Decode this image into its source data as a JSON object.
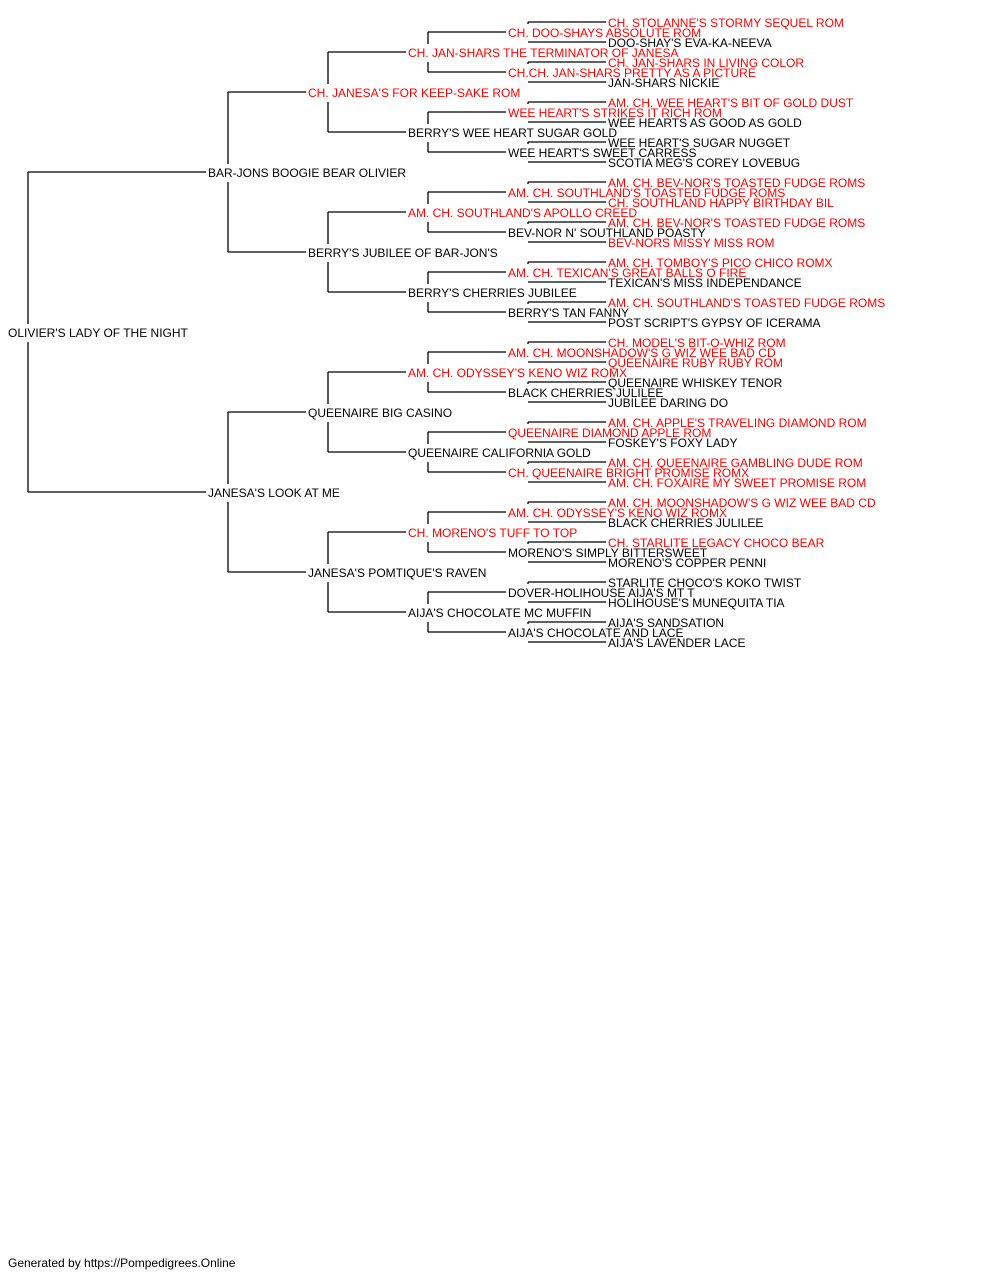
{
  "colors": {
    "champion": "#ff0000",
    "normal": "#000000",
    "line": "#000000"
  },
  "pedigree": {
    "root": {
      "name": "OLIVIER'S LADY OF THE NIGHT",
      "champion": false
    },
    "generations": [
      [
        {
          "name": "BAR-JONS BOOGIE BEAR OLIVIER",
          "champion": false
        },
        {
          "name": "JANESA'S LOOK AT ME",
          "champion": false
        }
      ],
      [
        {
          "name": "CH. JANESA'S FOR KEEP-SAKE ROM",
          "champion": true
        },
        {
          "name": "BERRY'S JUBILEE OF BAR-JON'S",
          "champion": false
        },
        {
          "name": "QUEENAIRE BIG CASINO",
          "champion": false
        },
        {
          "name": "JANESA'S POMTIQUE'S RAVEN",
          "champion": false
        }
      ],
      [
        {
          "name": "CH. JAN-SHARS THE TERMINATOR OF JANESA",
          "champion": true
        },
        {
          "name": "BERRY'S WEE HEART SUGAR GOLD",
          "champion": false
        },
        {
          "name": "AM. CH. SOUTHLAND'S APOLLO CREED",
          "champion": true
        },
        {
          "name": "BERRY'S CHERRIES JUBILEE",
          "champion": false
        },
        {
          "name": "AM. CH. ODYSSEY'S KENO WIZ ROMX",
          "champion": true
        },
        {
          "name": "QUEENAIRE CALIFORNIA GOLD",
          "champion": false
        },
        {
          "name": "CH. MORENO'S TUFF TO TOP",
          "champion": true
        },
        {
          "name": "AIJA'S CHOCOLATE MC MUFFIN",
          "champion": false
        }
      ],
      [
        {
          "name": "CH. DOO-SHAYS ABSOLUTE ROM",
          "champion": true
        },
        {
          "name": "CH.CH. JAN-SHARS PRETTY AS A PICTURE",
          "champion": true
        },
        {
          "name": "WEE HEART'S STRIKES IT RICH ROM",
          "champion": true
        },
        {
          "name": "WEE HEART'S SWEET CARRESS",
          "champion": false
        },
        {
          "name": "AM. CH. SOUTHLAND'S TOASTED FUDGE ROMS",
          "champion": true
        },
        {
          "name": "BEV-NOR N' SOUTHLAND POASTY",
          "champion": false
        },
        {
          "name": "AM. CH. TEXICAN'S GREAT BALLS O FIRE",
          "champion": true
        },
        {
          "name": "BERRY'S TAN FANNY",
          "champion": false
        },
        {
          "name": "AM. CH. MOONSHADOW'S G WIZ WEE BAD CD",
          "champion": true
        },
        {
          "name": "BLACK CHERRIES JULILEE",
          "champion": false
        },
        {
          "name": "QUEENAIRE DIAMOND APPLE ROM",
          "champion": true
        },
        {
          "name": "CH. QUEENAIRE BRIGHT PROMISE ROMX",
          "champion": true
        },
        {
          "name": "AM. CH. ODYSSEY'S KENO WIZ ROMX",
          "champion": true
        },
        {
          "name": "MORENO'S SIMPLY BITTERSWEET",
          "champion": false
        },
        {
          "name": "DOVER-HOLIHOUSE AIJA'S MT T",
          "champion": false
        },
        {
          "name": "AIJA'S CHOCOLATE AND LACE",
          "champion": false
        }
      ],
      [
        {
          "name": "CH. STOLANNE'S STORMY SEQUEL ROM",
          "champion": true
        },
        {
          "name": "DOO-SHAY'S EVA-KA-NEEVA",
          "champion": false
        },
        {
          "name": "CH. JAN-SHARS IN LIVING COLOR",
          "champion": true
        },
        {
          "name": "JAN-SHARS NICKIE",
          "champion": false
        },
        {
          "name": "AM. CH. WEE HEART'S BIT OF GOLD DUST",
          "champion": true
        },
        {
          "name": "WEE HEARTS AS GOOD AS GOLD",
          "champion": false
        },
        {
          "name": "WEE HEART'S SUGAR NUGGET",
          "champion": false
        },
        {
          "name": "SCOTIA MEG'S COREY LOVEBUG",
          "champion": false
        },
        {
          "name": "AM. CH. BEV-NOR'S TOASTED FUDGE ROMS",
          "champion": true
        },
        {
          "name": "CH. SOUTHLAND HAPPY BIRTHDAY BIL",
          "champion": true
        },
        {
          "name": "AM. CH. BEV-NOR'S TOASTED FUDGE ROMS",
          "champion": true
        },
        {
          "name": "BEV-NORS MISSY MISS ROM",
          "champion": true
        },
        {
          "name": "AM. CH. TOMBOY'S PICO CHICO ROMX",
          "champion": true
        },
        {
          "name": "TEXICAN'S MISS INDEPENDANCE",
          "champion": false
        },
        {
          "name": "AM. CH. SOUTHLAND'S TOASTED FUDGE ROMS",
          "champion": true
        },
        {
          "name": "POST SCRIPT'S GYPSY OF ICERAMA",
          "champion": false
        },
        {
          "name": "CH. MODEL'S BIT-O-WHIZ ROM",
          "champion": true
        },
        {
          "name": "QUEENAIRE RUBY RUBY ROM",
          "champion": true
        },
        {
          "name": "QUEENAIRE WHISKEY TENOR",
          "champion": false
        },
        {
          "name": "JUBILEE DARING DO",
          "champion": false
        },
        {
          "name": "AM. CH. APPLE'S TRAVELING DIAMOND ROM",
          "champion": true
        },
        {
          "name": "FOSKEY'S FOXY LADY",
          "champion": false
        },
        {
          "name": "AM. CH. QUEENAIRE GAMBLING DUDE ROM",
          "champion": true
        },
        {
          "name": "AM. CH. FOXAIRE MY SWEET PROMISE ROM",
          "champion": true
        },
        {
          "name": "AM. CH. MOONSHADOW'S G WIZ WEE BAD CD",
          "champion": true
        },
        {
          "name": "BLACK CHERRIES JULILEE",
          "champion": false
        },
        {
          "name": "CH. STARLITE LEGACY CHOCO BEAR",
          "champion": true
        },
        {
          "name": "MORENO'S COPPER PENNI",
          "champion": false
        },
        {
          "name": "STARLITE CHOCO'S KOKO TWIST",
          "champion": false
        },
        {
          "name": "HOLIHOUSE'S MUNEQUITA TIA",
          "champion": false
        },
        {
          "name": "AIJA'S SANDSATION",
          "champion": false
        },
        {
          "name": "AIJA'S LAVENDER LACE",
          "champion": false
        }
      ]
    ]
  },
  "footer": {
    "text": "Generated by https://Pompedigrees.Online"
  }
}
